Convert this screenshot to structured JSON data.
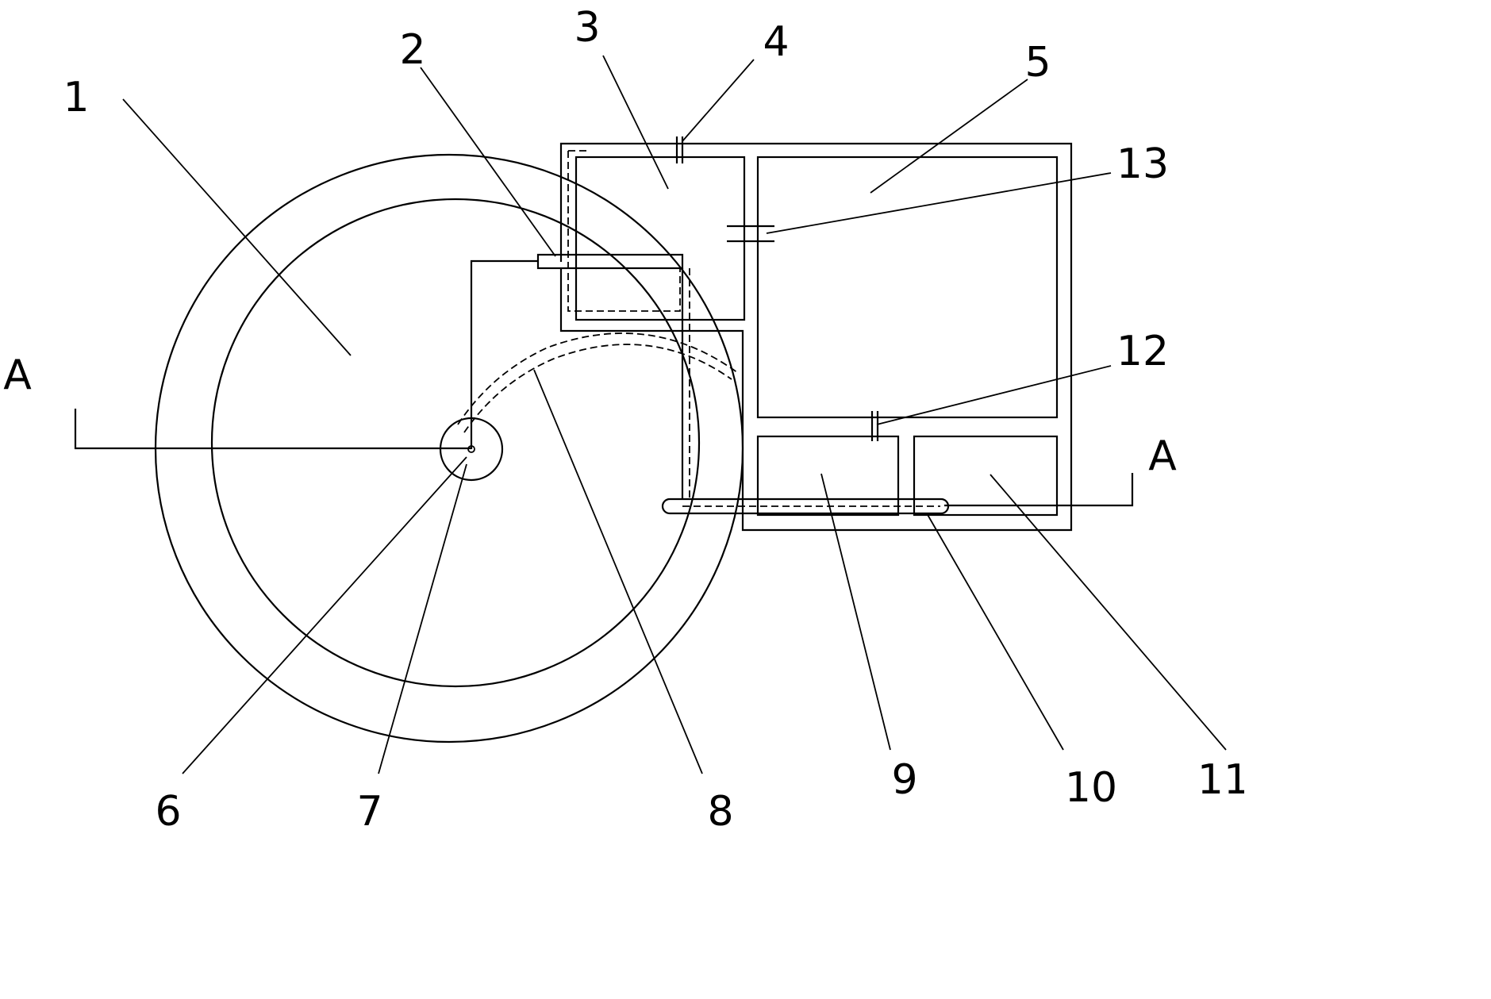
{
  "labels": {
    "n1": "1",
    "n2": "2",
    "n3": "3",
    "n4": "4",
    "n5": "5",
    "n6": "6",
    "n7": "7",
    "n8": "8",
    "n9": "9",
    "n10": "10",
    "n11": "11",
    "n12": "12",
    "n13": "13",
    "section_left": "A",
    "section_right": "A"
  }
}
